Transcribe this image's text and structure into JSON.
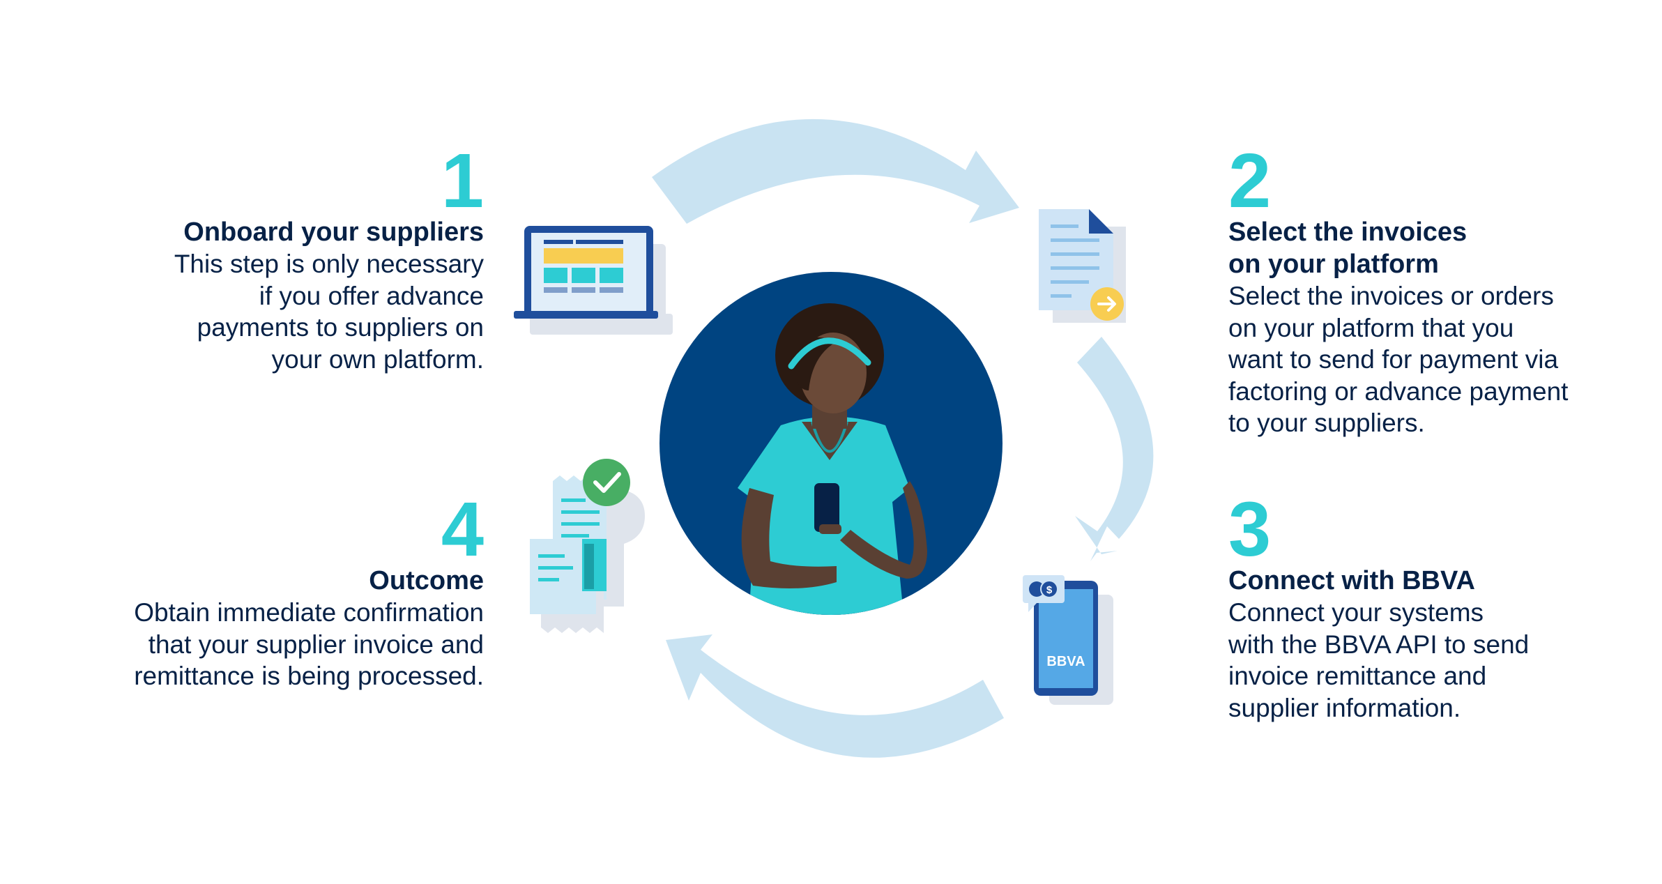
{
  "steps": [
    {
      "number": "1",
      "title": "Onboard your suppliers",
      "description_lines": [
        "This step is only necessary",
        "if you offer advance",
        "payments to suppliers on",
        "your own platform."
      ]
    },
    {
      "number": "2",
      "title_lines": [
        "Select the invoices",
        "on your platform"
      ],
      "description_lines": [
        "Select the invoices or orders",
        "on your platform that you",
        "want to send for payment via",
        "factoring or advance payment",
        "to your suppliers."
      ]
    },
    {
      "number": "3",
      "title": "Connect with BBVA",
      "description_lines": [
        "Connect your systems",
        "with the BBVA API to send",
        "invoice remittance and",
        "supplier information."
      ]
    },
    {
      "number": "4",
      "title": "Outcome",
      "description_lines": [
        "Obtain immediate confirmation",
        "that your supplier invoice and",
        "remittance is being processed."
      ]
    }
  ],
  "icons": {
    "step1": "laptop-icon",
    "step2": "invoice-document-icon",
    "step3": "smartphone-icon",
    "step4": "receipt-check-icon",
    "center": "person-with-phone-illustration"
  },
  "phone_brand_text": "BBVA",
  "colors": {
    "accent_teal": "#2dccd3",
    "navy_text": "#072146",
    "circle_navy": "#004481",
    "arrow_light_blue": "#c9e3f2",
    "check_green": "#48ae64",
    "coin_yellow": "#f8cd51"
  }
}
